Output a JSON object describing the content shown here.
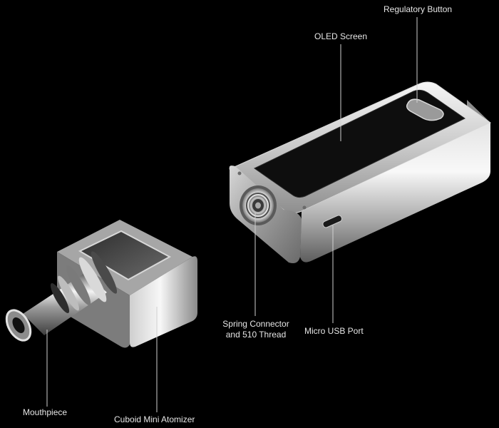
{
  "labels": {
    "regulatory_button": "Regulatory Button",
    "oled_screen": "OLED Screen",
    "spring_connector_line1": "Spring Connector",
    "spring_connector_line2": "and 510 Thread",
    "micro_usb_port": "Micro USB Port",
    "mouthpiece": "Mouthpiece",
    "cuboid_mini_atomizer": "Cuboid Mini Atomizer"
  },
  "colors": {
    "background": "#000000",
    "label_text": "#e6e6e6",
    "leader_line": "#d0d0d0",
    "metal_light": "#f2f2f2",
    "metal_mid": "#b9b9b9",
    "metal_dark": "#6f6f6f",
    "screen": "#101010"
  }
}
